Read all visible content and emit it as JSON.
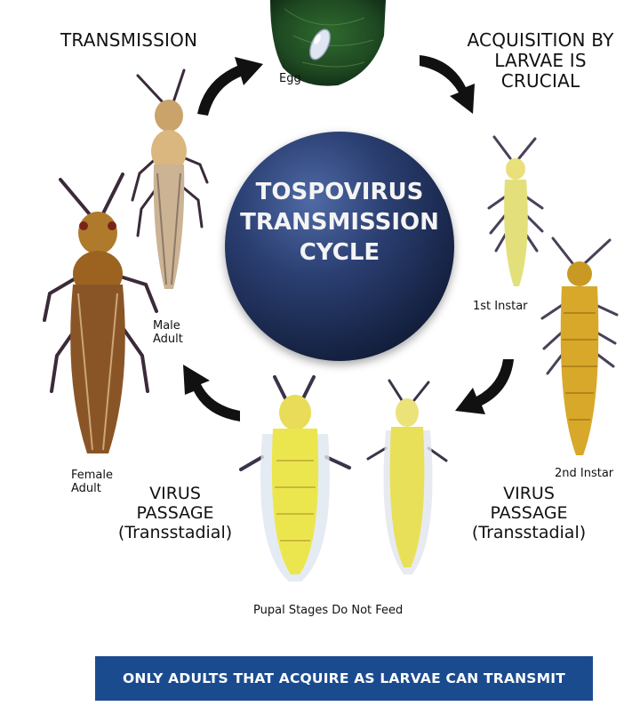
{
  "center": {
    "line1": "TOSPOVIRUS",
    "line2": "TRANSMISSION",
    "line3": "CYCLE"
  },
  "labels": {
    "transmission": "TRANSMISSION",
    "acquisition": [
      "ACQUISITION BY",
      "LARVAE IS",
      "CRUCIAL"
    ],
    "egg": "Egg",
    "first_instar": "1st Instar",
    "second_instar": "2nd Instar",
    "male_adult": [
      "Male",
      "Adult"
    ],
    "female_adult": [
      "Female",
      "Adult"
    ],
    "virus_passage_left": [
      "VIRUS",
      "PASSAGE",
      "(Transstadial)"
    ],
    "virus_passage_right": [
      "VIRUS",
      "PASSAGE",
      "(Transstadial)"
    ],
    "pupal": "Pupal Stages Do Not Feed"
  },
  "banner": "ONLY ADULTS THAT ACQUIRE AS LARVAE CAN TRANSMIT",
  "colors": {
    "banner": "#1b4b8f",
    "hub": "#1d2b52",
    "arrow": "#111111"
  }
}
